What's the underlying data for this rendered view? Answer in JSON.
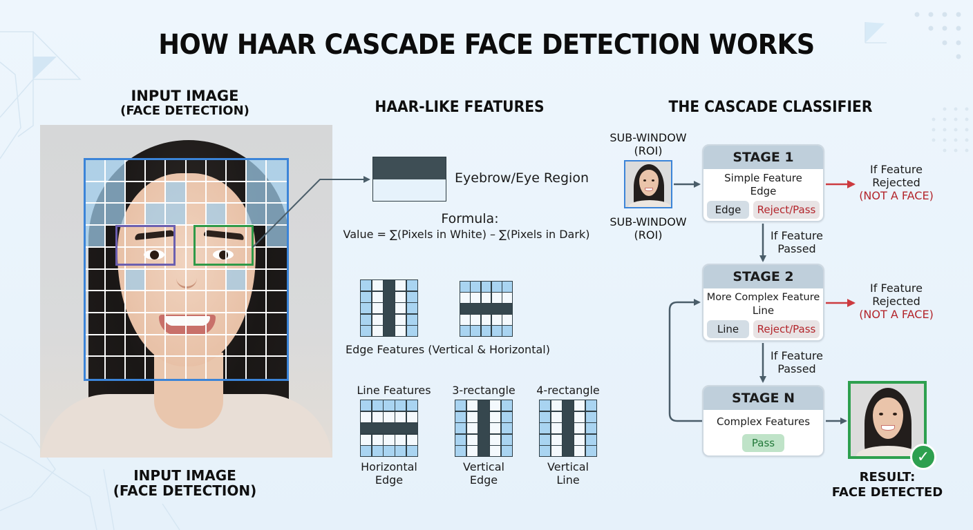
{
  "title": "HOW HAAR CASCADE FACE DETECTION WORKS",
  "colors": {
    "grid_border": "#3b84d8",
    "left_eye_box": "#6b5fb0",
    "right_eye_box": "#2f9a48",
    "dark_feature": "#36474e",
    "light_feature": "#a9d4f1",
    "reject_red": "#b3252b",
    "arrow_red": "#cc3a3f",
    "arrow_slate": "#4a5d69",
    "pass_green": "#23793a",
    "result_green": "#2ea04f"
  },
  "input_section": {
    "title_line1": "INPUT IMAGE",
    "title_line2": "(FACE DETECTION)",
    "caption_line1": "INPUT IMAGE",
    "caption_line2": "(FACE DETECTION)",
    "grid_rows": 10,
    "grid_cols": 10
  },
  "haar_section": {
    "title": "HAAR-LIKE FEATURES",
    "highlight_feature_label": "Eyebrow/Eye Region",
    "formula_label": "Formula:",
    "formula": "Value = ∑(Pixels in White) – ∑(Pixels in Dark)",
    "edge_features_label": "Edge Features (Vertical & Horizontal)",
    "feature_types": [
      {
        "top_label": "Line Features",
        "bottom_line1": "Horizontal",
        "bottom_line2": "Edge"
      },
      {
        "top_label": "3-rectangle",
        "bottom_line1": "Vertical",
        "bottom_line2": "Edge"
      },
      {
        "top_label": "4-rectangle",
        "bottom_line1": "Vertical",
        "bottom_line2": "Line"
      }
    ]
  },
  "cascade_section": {
    "title": "THE CASCADE CLASSIFIER",
    "subwindow_top_line1": "SUB-WINDOW",
    "subwindow_top_line2": "(ROI)",
    "subwindow_bottom_line1": "SUB-WINDOW",
    "subwindow_bottom_line2": "(ROI)",
    "stages": [
      {
        "name": "STAGE 1",
        "desc_line1": "Simple Feature",
        "desc_line2": "Edge",
        "pill_left": "Edge",
        "pill_right": "Reject/Pass"
      },
      {
        "name": "STAGE 2",
        "desc_line1": "More Complex Feature",
        "desc_line2": "Line",
        "pill_left": "Line",
        "pill_right": "Reject/Pass"
      },
      {
        "name": "STAGE N",
        "desc_line1": "Complex Features",
        "pill_pass": "Pass"
      }
    ],
    "rejected": {
      "line1": "If Feature",
      "line2": "Rejected",
      "line3": "(NOT A FACE)"
    },
    "passed": {
      "line1": "If Feature",
      "line2": "Passed"
    },
    "result_line1": "RESULT:",
    "result_line2": "FACE DETECTED",
    "check_icon": "✓"
  }
}
